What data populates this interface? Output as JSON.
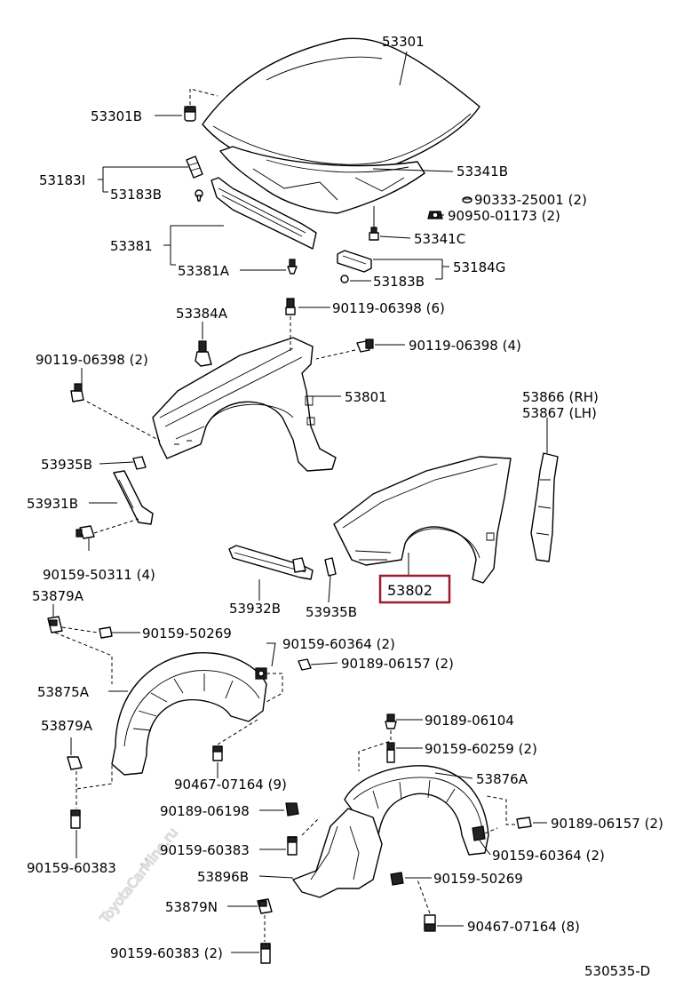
{
  "watermark": "ToyotaCarMine.ru",
  "diagram_code": "530535-D",
  "highlight_color": "#9b1b30",
  "labels": {
    "p53301": "53301",
    "p53301B": "53301B",
    "p53183I": "53183I",
    "p53183B_top": "53183B",
    "p53341B": "53341B",
    "p90333": "90333-25001 (2)",
    "p90950": "90950-01173 (2)",
    "p53341C": "53341C",
    "p53381": "53381",
    "p53184G": "53184G",
    "p53381A": "53381A",
    "p53183B_mid": "53183B",
    "p53384A": "53384A",
    "p90119_6": "90119-06398 (6)",
    "p90119_2": "90119-06398 (2)",
    "p90119_4": "90119-06398 (4)",
    "p53801": "53801",
    "p53866": "53866 (RH)",
    "p53867": "53867 (LH)",
    "p53935B_left": "53935B",
    "p53931B": "53931B",
    "p90159_50311": "90159-50311 (4)",
    "p53802": "53802",
    "p53932B": "53932B",
    "p53935B_mid": "53935B",
    "p53879A_top": "53879A",
    "p90159_50269_top": "90159-50269",
    "p90159_60364_top": "90159-60364 (2)",
    "p90189_06157_top": "90189-06157 (2)",
    "p53875A": "53875A",
    "p53879A_mid": "53879A",
    "p90189_06104": "90189-06104",
    "p90159_60259": "90159-60259 (2)",
    "p90467_top": "90467-07164 (9)",
    "p53876A": "53876A",
    "p90189_06198": "90189-06198",
    "p90189_06157_bot": "90189-06157 (2)",
    "p90159_60383_mid": "90159-60383",
    "p90159_60364_bot": "90159-60364 (2)",
    "p90159_60383_left": "90159-60383",
    "p53896B": "53896B",
    "p90159_50269_bot": "90159-50269",
    "p53879N": "53879N",
    "p90467_bot": "90467-07164 (8)",
    "p90159_60383_bot": "90159-60383 (2)"
  }
}
